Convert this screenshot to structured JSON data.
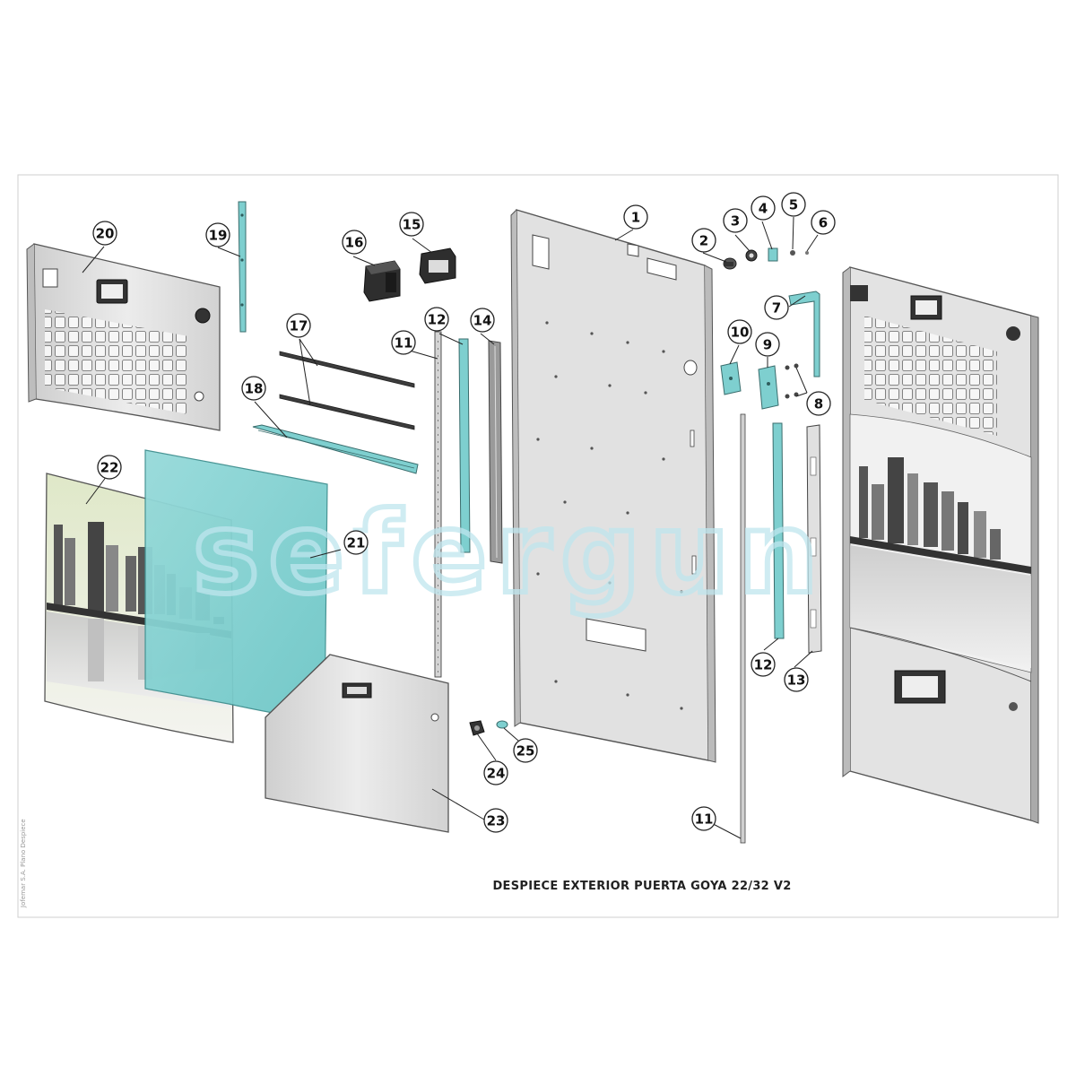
{
  "diagram": {
    "title": "DESPIECE EXTERIOR PUERTA GOYA 22/32 V2",
    "side_note": "Jofemar S.A. Plano Despiece",
    "watermark": "sefergun",
    "colors": {
      "accent": "#7ecfcf",
      "panel": "#e2e2e2",
      "dark": "#2a2a2a",
      "outline": "#555555"
    },
    "callouts": [
      {
        "id": "c1",
        "label": "1"
      },
      {
        "id": "c2",
        "label": "2"
      },
      {
        "id": "c3",
        "label": "3"
      },
      {
        "id": "c4",
        "label": "4"
      },
      {
        "id": "c5",
        "label": "5"
      },
      {
        "id": "c6",
        "label": "6"
      },
      {
        "id": "c7",
        "label": "7"
      },
      {
        "id": "c8",
        "label": "8"
      },
      {
        "id": "c9",
        "label": "9"
      },
      {
        "id": "c10",
        "label": "10"
      },
      {
        "id": "c11a",
        "label": "11"
      },
      {
        "id": "c11b",
        "label": "11"
      },
      {
        "id": "c12a",
        "label": "12"
      },
      {
        "id": "c12b",
        "label": "12"
      },
      {
        "id": "c13",
        "label": "13"
      },
      {
        "id": "c14",
        "label": "14"
      },
      {
        "id": "c15",
        "label": "15"
      },
      {
        "id": "c16",
        "label": "16"
      },
      {
        "id": "c17",
        "label": "17"
      },
      {
        "id": "c18",
        "label": "18"
      },
      {
        "id": "c19",
        "label": "19"
      },
      {
        "id": "c20",
        "label": "20"
      },
      {
        "id": "c21",
        "label": "21"
      },
      {
        "id": "c22",
        "label": "22"
      },
      {
        "id": "c23",
        "label": "23"
      },
      {
        "id": "c24",
        "label": "24"
      },
      {
        "id": "c25",
        "label": "25"
      }
    ]
  }
}
